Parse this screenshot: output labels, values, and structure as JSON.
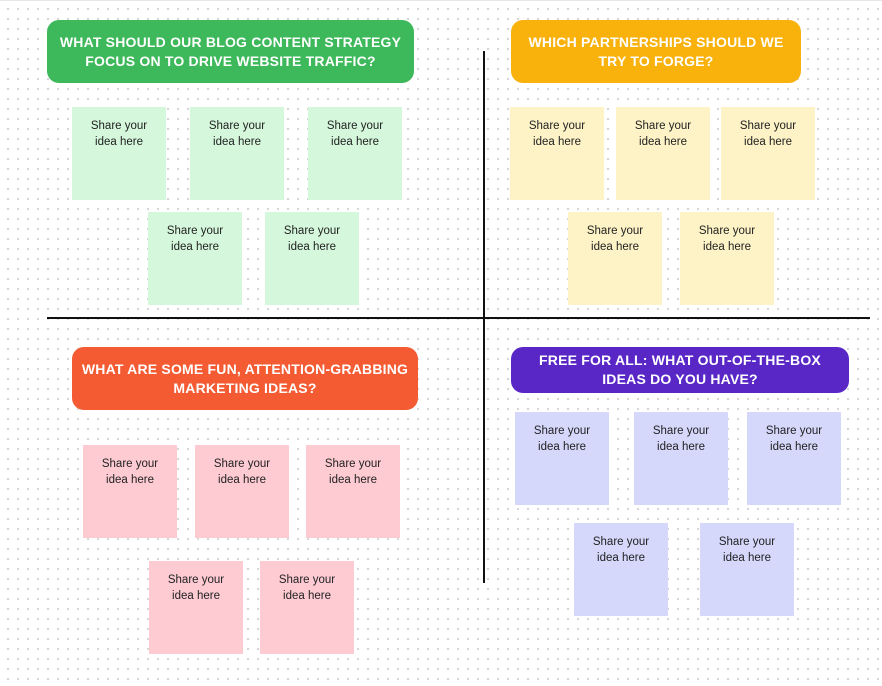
{
  "colors": {
    "green_header": "#3db85a",
    "orange_header": "#f9b10b",
    "red_header": "#f45b32",
    "purple_header": "#5a27c7",
    "green_note": "#d5f8dc",
    "yellow_note": "#fdf3c6",
    "pink_note": "#fdcbd1",
    "lavender_note": "#d5d7fb"
  },
  "quadrants": [
    {
      "question": "WHAT SHOULD OUR BLOG CONTENT STRATEGY FOCUS ON TO DRIVE WEBSITE TRAFFIC?",
      "notes": [
        "Share your idea here",
        "Share your idea here",
        "Share your idea here",
        "Share your idea here",
        "Share your idea here"
      ]
    },
    {
      "question": "WHICH PARTNERSHIPS SHOULD WE TRY TO FORGE?",
      "notes": [
        "Share your idea here",
        "Share your idea here",
        "Share your idea here",
        "Share your idea here",
        "Share your idea here"
      ]
    },
    {
      "question": "WHAT ARE SOME FUN, ATTENTION-GRABBING MARKETING IDEAS?",
      "notes": [
        "Share your idea here",
        "Share your idea here",
        "Share your idea here",
        "Share your idea here",
        "Share your idea here"
      ]
    },
    {
      "question": "FREE FOR ALL: WHAT OUT-OF-THE-BOX IDEAS DO YOU HAVE?",
      "notes": [
        "Share your idea here",
        "Share your idea here",
        "Share your idea here",
        "Share your idea here",
        "Share your idea here"
      ]
    }
  ]
}
